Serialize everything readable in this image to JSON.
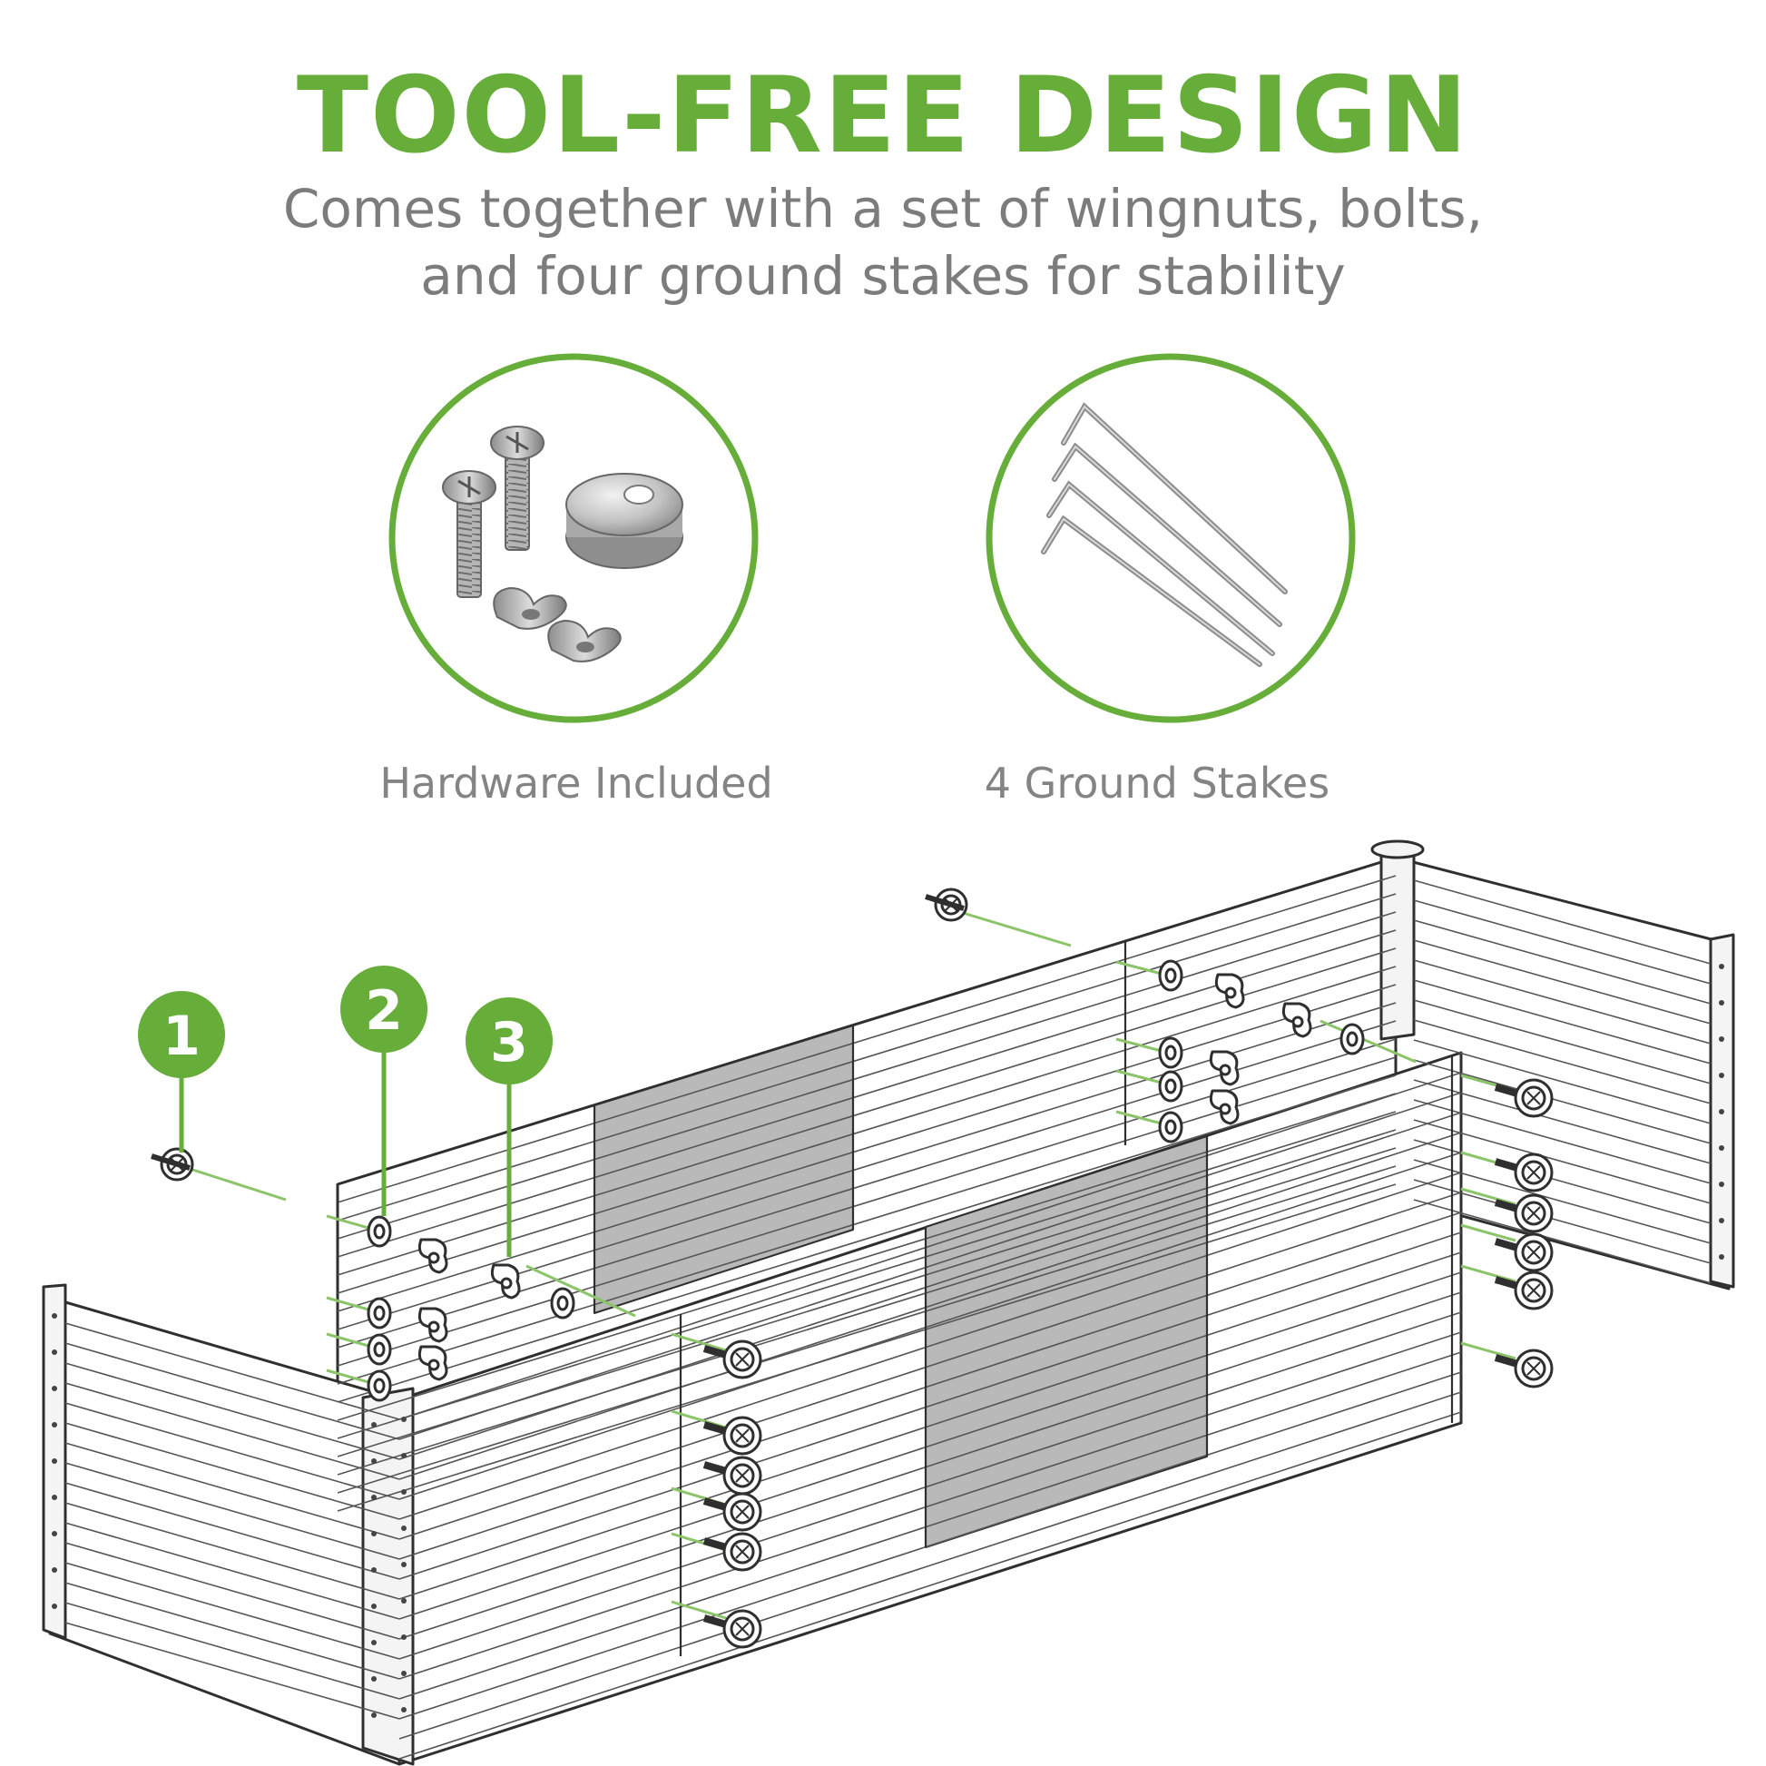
{
  "header": {
    "title": "TOOL-FREE DESIGN",
    "subtitle_line1": "Comes together with a set of wingnuts, bolts,",
    "subtitle_line2": "and four ground stakes for stability"
  },
  "features": [
    {
      "caption": "Hardware Included",
      "icon": "hardware-icon"
    },
    {
      "caption": "4 Ground Stakes",
      "icon": "ground-stakes-icon"
    }
  ],
  "steps": [
    "1",
    "2",
    "3"
  ],
  "colors": {
    "accent": "#66ad3a",
    "text_gray": "#7c7c7c",
    "line": "#333333",
    "panel_gray": "#b8b8b8"
  }
}
